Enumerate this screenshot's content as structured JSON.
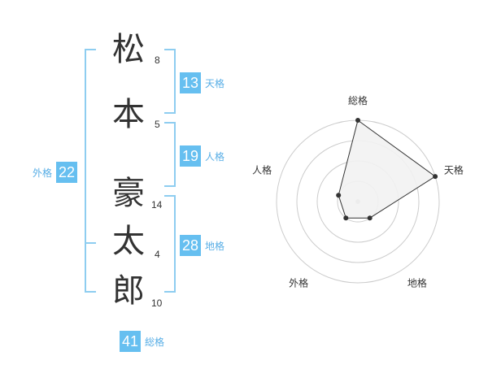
{
  "name": {
    "chars": [
      {
        "char": "松",
        "strokes": "8"
      },
      {
        "char": "本",
        "strokes": "5"
      },
      {
        "char": "豪",
        "strokes": "14"
      },
      {
        "char": "太",
        "strokes": "4"
      },
      {
        "char": "郎",
        "strokes": "10"
      }
    ]
  },
  "fortune": {
    "ten": {
      "value": "13",
      "label": "天格"
    },
    "jin": {
      "value": "19",
      "label": "人格"
    },
    "chi": {
      "value": "28",
      "label": "地格"
    },
    "gai": {
      "value": "22",
      "label": "外格"
    },
    "so": {
      "value": "41",
      "label": "総格"
    }
  },
  "chart_data": {
    "type": "radar",
    "axes": [
      "総格",
      "天格",
      "地格",
      "外格",
      "人格"
    ],
    "levels": 4,
    "max": 4,
    "values": [
      4,
      4,
      1,
      1,
      1
    ],
    "colors": {
      "fill": "#f2f2f2",
      "line": "#333333",
      "grid": "#cccccc",
      "center": "#bbbbbb"
    }
  },
  "colors": {
    "accent": "#66bff0",
    "bracket": "#8ecdf0",
    "label": "#58aee6"
  }
}
